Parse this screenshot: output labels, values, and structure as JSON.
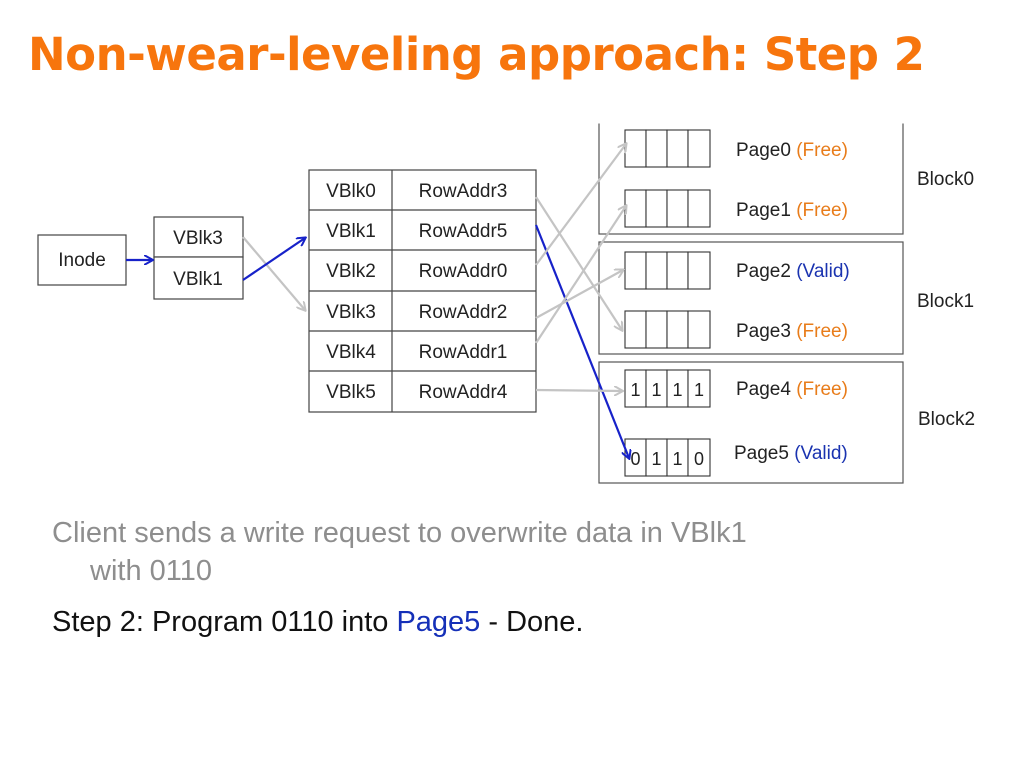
{
  "title": "Non-wear-leveling approach: Step 2",
  "colors": {
    "title": "#f7750d",
    "free": "#e87c1a",
    "valid": "#1a33b0",
    "active_arrow": "#1722c9",
    "inactive_arrow": "#c4c4c4",
    "description": "#8e8e8e",
    "highlight": "#1530b8"
  },
  "diagram": {
    "inode_label": "Inode",
    "file_blocks": [
      "VBlk3",
      "VBlk1"
    ],
    "mapping_table": [
      {
        "vblk": "VBlk0",
        "row": "RowAddr3"
      },
      {
        "vblk": "VBlk1",
        "row": "RowAddr5"
      },
      {
        "vblk": "VBlk2",
        "row": "RowAddr0"
      },
      {
        "vblk": "VBlk3",
        "row": "RowAddr2"
      },
      {
        "vblk": "VBlk4",
        "row": "RowAddr1"
      },
      {
        "vblk": "VBlk5",
        "row": "RowAddr4"
      }
    ],
    "blocks": [
      {
        "name": "Block0",
        "pages": [
          {
            "name": "Page0",
            "status": "(Free)",
            "state": "free",
            "bits": [
              "",
              "",
              "",
              ""
            ]
          },
          {
            "name": "Page1",
            "status": "(Free)",
            "state": "free",
            "bits": [
              "",
              "",
              "",
              ""
            ]
          }
        ]
      },
      {
        "name": "Block1",
        "pages": [
          {
            "name": "Page2",
            "status": "(Valid)",
            "state": "valid",
            "bits": [
              "",
              "",
              "",
              ""
            ]
          },
          {
            "name": "Page3",
            "status": "(Free)",
            "state": "free",
            "bits": [
              "",
              "",
              "",
              ""
            ]
          }
        ]
      },
      {
        "name": "Block2",
        "pages": [
          {
            "name": "Page4",
            "status": "(Free)",
            "state": "free",
            "bits": [
              "1",
              "1",
              "1",
              "1"
            ]
          },
          {
            "name": "Page5",
            "status": "(Valid)",
            "state": "valid",
            "bits": [
              "0",
              "1",
              "1",
              "0"
            ]
          }
        ]
      }
    ],
    "edges": [
      {
        "from": "inode",
        "to": "file-block-2",
        "active": true
      },
      {
        "from": "file-block-1",
        "to": "table-row-4",
        "active": false
      },
      {
        "from": "file-block-2",
        "to": "table-row-2",
        "active": true
      },
      {
        "from": "table-row-1",
        "to": "page-4",
        "active": false
      },
      {
        "from": "table-row-2",
        "to": "page-6",
        "active": true
      },
      {
        "from": "table-row-3",
        "to": "page-1",
        "active": false
      },
      {
        "from": "table-row-4",
        "to": "page-3",
        "active": false
      },
      {
        "from": "table-row-5",
        "to": "page-2",
        "active": false
      },
      {
        "from": "table-row-6",
        "to": "page-5",
        "active": false
      }
    ]
  },
  "description": {
    "line1": "Client sends a write request to overwrite data in VBlk1",
    "line2": "with 0110"
  },
  "step": {
    "label": "Step 2",
    "sep": ":",
    "text_before": " Program 0110 into ",
    "highlight": "Page5",
    "text_after": " - Done."
  }
}
